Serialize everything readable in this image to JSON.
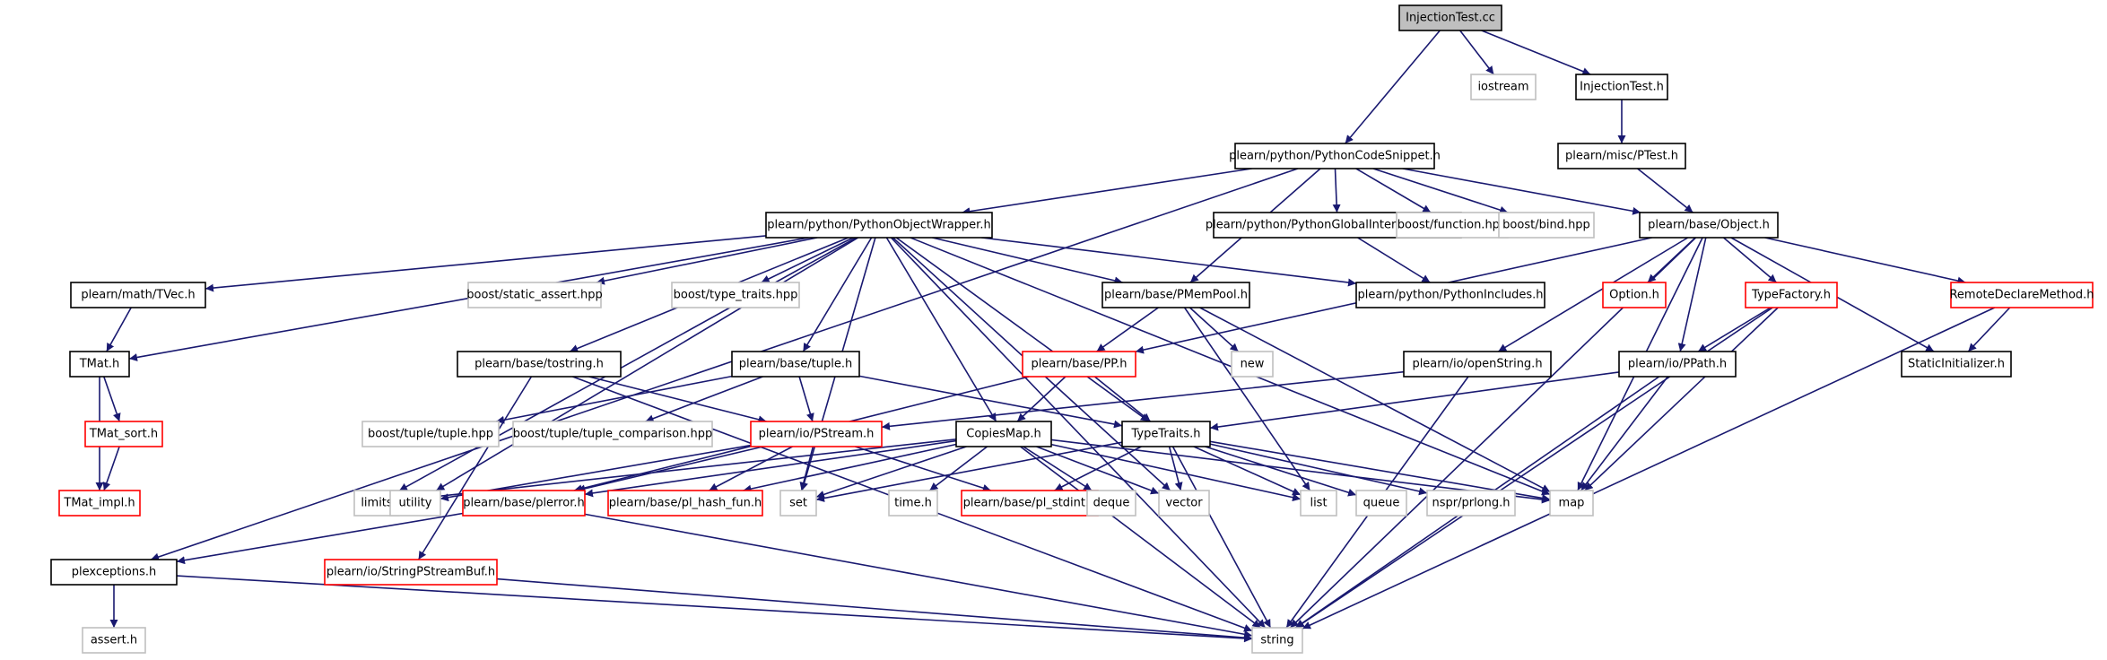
{
  "colors": {
    "edge": "#191970",
    "border_documented": "#000000",
    "border_truncated": "#ff0000",
    "border_external": "#bfbfbf",
    "fill_root": "#bfbfbf",
    "fill_default": "#ffffff"
  },
  "nodes": [
    {
      "id": "InjectionTest_cc",
      "label": "InjectionTest.cc",
      "kind": "root"
    },
    {
      "id": "iostream",
      "label": "iostream",
      "kind": "external"
    },
    {
      "id": "InjectionTest_h",
      "label": "InjectionTest.h",
      "kind": "documented"
    },
    {
      "id": "PythonCodeSnippet",
      "label": "plearn/python/PythonCodeSnippet.h",
      "kind": "documented"
    },
    {
      "id": "PTest",
      "label": "plearn/misc/PTest.h",
      "kind": "documented"
    },
    {
      "id": "PythonObjectWrapper",
      "label": "plearn/python/PythonObjectWrapper.h",
      "kind": "documented"
    },
    {
      "id": "PythonGIL",
      "label": "plearn/python/PythonGlobalInterpreterLock.h",
      "kind": "documented"
    },
    {
      "id": "boost_function",
      "label": "boost/function.hpp",
      "kind": "external"
    },
    {
      "id": "boost_bind",
      "label": "boost/bind.hpp",
      "kind": "external"
    },
    {
      "id": "Object",
      "label": "plearn/base/Object.h",
      "kind": "documented"
    },
    {
      "id": "TVec",
      "label": "plearn/math/TVec.h",
      "kind": "documented"
    },
    {
      "id": "boost_static_assert",
      "label": "boost/static_assert.hpp",
      "kind": "external"
    },
    {
      "id": "boost_type_traits",
      "label": "boost/type_traits.hpp",
      "kind": "external"
    },
    {
      "id": "PMemPool",
      "label": "plearn/base/PMemPool.h",
      "kind": "documented"
    },
    {
      "id": "PythonIncludes",
      "label": "plearn/python/PythonIncludes.h",
      "kind": "documented"
    },
    {
      "id": "Option",
      "label": "Option.h",
      "kind": "truncated"
    },
    {
      "id": "TypeFactory",
      "label": "TypeFactory.h",
      "kind": "truncated"
    },
    {
      "id": "RemoteDeclareMethod",
      "label": "RemoteDeclareMethod.h",
      "kind": "truncated"
    },
    {
      "id": "TMat",
      "label": "TMat.h",
      "kind": "documented"
    },
    {
      "id": "tostring",
      "label": "plearn/base/tostring.h",
      "kind": "documented"
    },
    {
      "id": "tuple",
      "label": "plearn/base/tuple.h",
      "kind": "documented"
    },
    {
      "id": "new",
      "label": "new",
      "kind": "external"
    },
    {
      "id": "PP",
      "label": "plearn/base/PP.h",
      "kind": "truncated"
    },
    {
      "id": "openString",
      "label": "plearn/io/openString.h",
      "kind": "documented"
    },
    {
      "id": "PPath",
      "label": "plearn/io/PPath.h",
      "kind": "documented"
    },
    {
      "id": "StaticInitializer",
      "label": "StaticInitializer.h",
      "kind": "documented"
    },
    {
      "id": "TMat_sort",
      "label": "TMat_sort.h",
      "kind": "truncated"
    },
    {
      "id": "boost_tuple",
      "label": "boost/tuple/tuple.hpp",
      "kind": "external"
    },
    {
      "id": "boost_tuple_comp",
      "label": "boost/tuple/tuple_comparison.hpp",
      "kind": "external"
    },
    {
      "id": "PStream",
      "label": "plearn/io/PStream.h",
      "kind": "truncated"
    },
    {
      "id": "CopiesMap",
      "label": "CopiesMap.h",
      "kind": "documented"
    },
    {
      "id": "TypeTraits",
      "label": "TypeTraits.h",
      "kind": "documented"
    },
    {
      "id": "TMat_impl",
      "label": "TMat_impl.h",
      "kind": "truncated"
    },
    {
      "id": "limits",
      "label": "limits",
      "kind": "external"
    },
    {
      "id": "utility",
      "label": "utility",
      "kind": "external"
    },
    {
      "id": "plerror",
      "label": "plearn/base/plerror.h",
      "kind": "truncated"
    },
    {
      "id": "pl_hash_fun",
      "label": "plearn/base/pl_hash_fun.h",
      "kind": "truncated"
    },
    {
      "id": "set",
      "label": "set",
      "kind": "external"
    },
    {
      "id": "time_h",
      "label": "time.h",
      "kind": "external"
    },
    {
      "id": "pl_stdint",
      "label": "plearn/base/pl_stdint.h",
      "kind": "truncated"
    },
    {
      "id": "deque",
      "label": "deque",
      "kind": "external"
    },
    {
      "id": "vector",
      "label": "vector",
      "kind": "external"
    },
    {
      "id": "list",
      "label": "list",
      "kind": "external"
    },
    {
      "id": "queue",
      "label": "queue",
      "kind": "external"
    },
    {
      "id": "prlong",
      "label": "nspr/prlong.h",
      "kind": "external"
    },
    {
      "id": "map",
      "label": "map",
      "kind": "external"
    },
    {
      "id": "plexceptions",
      "label": "plexceptions.h",
      "kind": "documented"
    },
    {
      "id": "StringPStreamBuf",
      "label": "plearn/io/StringPStreamBuf.h",
      "kind": "truncated"
    },
    {
      "id": "assert_h",
      "label": "assert.h",
      "kind": "external"
    },
    {
      "id": "string",
      "label": "string",
      "kind": "external"
    }
  ],
  "edges": [
    [
      "InjectionTest_cc",
      "PythonCodeSnippet"
    ],
    [
      "InjectionTest_cc",
      "iostream"
    ],
    [
      "InjectionTest_cc",
      "InjectionTest_h"
    ],
    [
      "InjectionTest_h",
      "PTest"
    ],
    [
      "PTest",
      "Object"
    ],
    [
      "PythonCodeSnippet",
      "plexceptions"
    ],
    [
      "PythonCodeSnippet",
      "PythonObjectWrapper"
    ],
    [
      "PythonCodeSnippet",
      "PMemPool"
    ],
    [
      "PythonCodeSnippet",
      "PythonGIL"
    ],
    [
      "PythonCodeSnippet",
      "boost_function"
    ],
    [
      "PythonCodeSnippet",
      "boost_bind"
    ],
    [
      "PythonCodeSnippet",
      "Object"
    ],
    [
      "PythonGIL",
      "PythonIncludes"
    ],
    [
      "PythonObjectWrapper",
      "TMat"
    ],
    [
      "PythonObjectWrapper",
      "TVec"
    ],
    [
      "PythonObjectWrapper",
      "boost_static_assert"
    ],
    [
      "PythonObjectWrapper",
      "boost_type_traits"
    ],
    [
      "PythonObjectWrapper",
      "tostring"
    ],
    [
      "PythonObjectWrapper",
      "tuple"
    ],
    [
      "PythonObjectWrapper",
      "limits"
    ],
    [
      "PythonObjectWrapper",
      "utility"
    ],
    [
      "PythonObjectWrapper",
      "CopiesMap"
    ],
    [
      "PythonObjectWrapper",
      "string"
    ],
    [
      "PythonObjectWrapper",
      "vector"
    ],
    [
      "PythonObjectWrapper",
      "set"
    ],
    [
      "PythonObjectWrapper",
      "TypeTraits"
    ],
    [
      "PythonObjectWrapper",
      "PMemPool"
    ],
    [
      "PythonObjectWrapper",
      "PythonIncludes"
    ],
    [
      "PythonObjectWrapper",
      "map"
    ],
    [
      "TVec",
      "TMat"
    ],
    [
      "TMat",
      "TMat_sort"
    ],
    [
      "TMat",
      "TMat_impl"
    ],
    [
      "TMat_sort",
      "TMat_impl"
    ],
    [
      "tostring",
      "PStream"
    ],
    [
      "tostring",
      "StringPStreamBuf"
    ],
    [
      "tostring",
      "string"
    ],
    [
      "tuple",
      "boost_tuple"
    ],
    [
      "tuple",
      "boost_tuple_comp"
    ],
    [
      "tuple",
      "PStream"
    ],
    [
      "tuple",
      "TypeTraits"
    ],
    [
      "PMemPool",
      "PP"
    ],
    [
      "PMemPool",
      "new"
    ],
    [
      "PMemPool",
      "list"
    ],
    [
      "PMemPool",
      "map"
    ],
    [
      "PP",
      "CopiesMap"
    ],
    [
      "PP",
      "TypeTraits"
    ],
    [
      "PP",
      "plerror"
    ],
    [
      "Object",
      "PP"
    ],
    [
      "Object",
      "openString"
    ],
    [
      "Object",
      "map"
    ],
    [
      "Object",
      "Option"
    ],
    [
      "Object",
      "TypeFactory"
    ],
    [
      "Object",
      "RemoteDeclareMethod"
    ],
    [
      "Object",
      "StaticInitializer"
    ],
    [
      "Object",
      "string"
    ],
    [
      "Object",
      "PPath"
    ],
    [
      "TypeFactory",
      "PPath"
    ],
    [
      "TypeFactory",
      "map"
    ],
    [
      "TypeFactory",
      "string"
    ],
    [
      "RemoteDeclareMethod",
      "StaticInitializer"
    ],
    [
      "RemoteDeclareMethod",
      "string"
    ],
    [
      "openString",
      "PStream"
    ],
    [
      "openString",
      "string"
    ],
    [
      "PPath",
      "TypeTraits"
    ],
    [
      "PPath",
      "map"
    ],
    [
      "PPath",
      "string"
    ],
    [
      "PStream",
      "plerror"
    ],
    [
      "PStream",
      "pl_hash_fun"
    ],
    [
      "PStream",
      "set"
    ],
    [
      "PStream",
      "pl_stdint"
    ],
    [
      "PStream",
      "utility"
    ],
    [
      "CopiesMap",
      "limits"
    ],
    [
      "CopiesMap",
      "plerror"
    ],
    [
      "CopiesMap",
      "pl_hash_fun"
    ],
    [
      "CopiesMap",
      "set"
    ],
    [
      "CopiesMap",
      "time_h"
    ],
    [
      "CopiesMap",
      "deque"
    ],
    [
      "CopiesMap",
      "vector"
    ],
    [
      "CopiesMap",
      "list"
    ],
    [
      "CopiesMap",
      "map"
    ],
    [
      "CopiesMap",
      "string"
    ],
    [
      "TypeTraits",
      "set"
    ],
    [
      "TypeTraits",
      "pl_stdint"
    ],
    [
      "TypeTraits",
      "vector"
    ],
    [
      "TypeTraits",
      "list"
    ],
    [
      "TypeTraits",
      "queue"
    ],
    [
      "TypeTraits",
      "prlong"
    ],
    [
      "TypeTraits",
      "map"
    ],
    [
      "TypeTraits",
      "string"
    ],
    [
      "plerror",
      "plexceptions"
    ],
    [
      "plerror",
      "string"
    ],
    [
      "plexceptions",
      "assert_h"
    ],
    [
      "plexceptions",
      "string"
    ],
    [
      "StringPStreamBuf",
      "string"
    ]
  ]
}
